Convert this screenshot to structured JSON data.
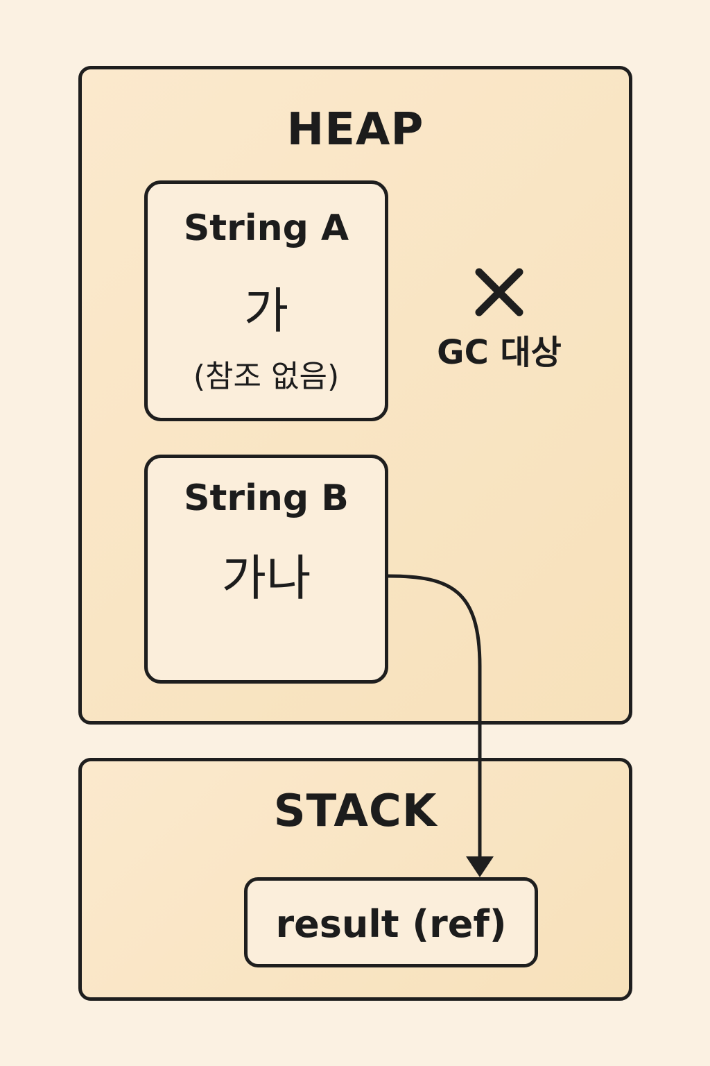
{
  "heap": {
    "title": "HEAP",
    "string_a": {
      "title": "String A",
      "value": "가",
      "note": "(참조 없음)"
    },
    "string_b": {
      "title": "String B",
      "value": "가나"
    },
    "gc": {
      "label": "GC 대상",
      "icon": "x-icon"
    }
  },
  "stack": {
    "title": "STACK",
    "result": {
      "label": "result (ref)"
    }
  },
  "colors": {
    "background": "#fbf1e2",
    "panel_fill": "#f7e1bb",
    "box_fill": "#fbeedb",
    "stroke": "#1e1e1e"
  }
}
